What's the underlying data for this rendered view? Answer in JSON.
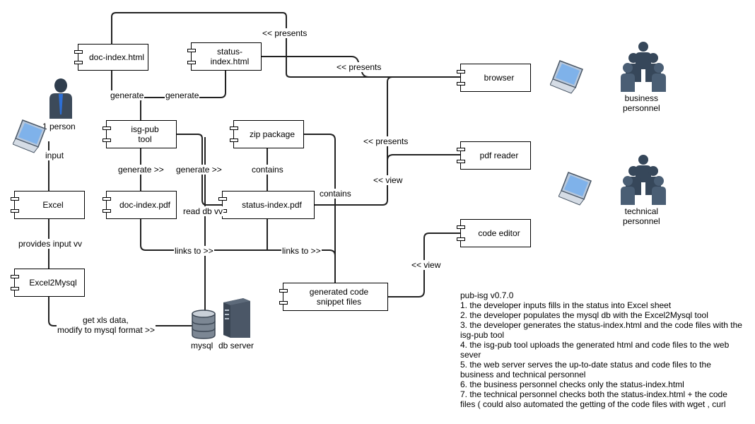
{
  "components": {
    "doc_index_html": "doc-index.html",
    "status_index_html": "status-\nindex.html",
    "isg_pub_tool": "isg-pub\ntool",
    "zip_package": "zip package",
    "doc_index_pdf": "doc-index.pdf",
    "status_index_pdf": "status-index.pdf",
    "excel": "Excel",
    "excel2mysql": "Excel2Mysql",
    "browser": "browser",
    "pdf_reader": "pdf reader",
    "code_editor": "code editor",
    "generated_code": "generated code\nsnippet files"
  },
  "labels": {
    "presents_top": "<< presents",
    "presents_mid": "<< presents",
    "presents_low": "<< presents",
    "generate_left": "generate",
    "generate_right": "generate",
    "generate_a": "generate >>",
    "generate_b": "generate >>",
    "contains_zip": "contains",
    "contains_snippet": "contains",
    "view_pdf": "<< view",
    "view_code": "<< view",
    "read_db": "read db vv",
    "links_to_a": "links to >>",
    "links_to_b": "links to >>",
    "input": "input",
    "provides_input": "provides input vv",
    "get_xls": "get xls data,",
    "modify_mysql": "modify to mysql format >>"
  },
  "actors": {
    "one_person": "1 person",
    "mysql": "mysql",
    "db_server": "db server",
    "business": "business\npersonnel",
    "technical": "technical\npersonnel"
  },
  "notes": {
    "title": "pub-isg v0.7.0",
    "lines": [
      "1. the developer inputs fills in the status into Excel sheet",
      "2. the developer populates the mysql db with the Excel2Mysql tool",
      "3. the developer generates the status-index.html and the code files with the isg-pub tool",
      "4. the isg-pub tool uploads the generated html and code files to the web sever",
      "5. the web server serves the up-to-date status and code files to the business and technical personnel",
      "6. the business personnel checks only the status-index.html",
      "7. the technical personnel checks both the status-index.html + the code files ( could also automated the getting of the code files with wget , curl"
    ]
  }
}
